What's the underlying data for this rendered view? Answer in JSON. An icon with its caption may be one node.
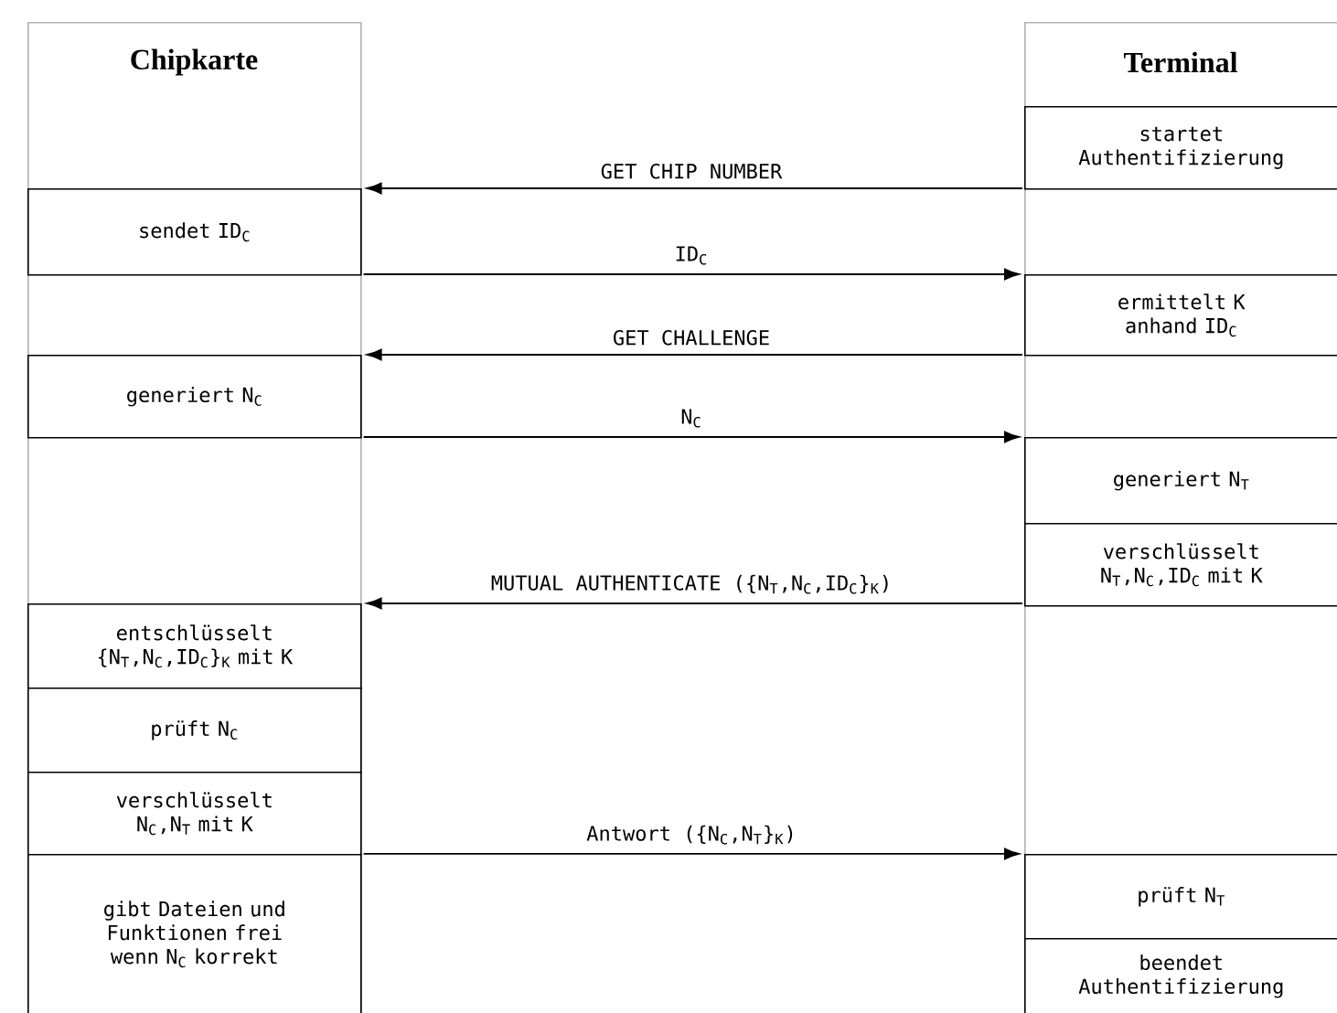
{
  "diagram": {
    "nodes": [
      {
        "text": [
          "Chipkarte"
        ]
      },
      {
        "text": [
          "sendet ID$_{C}$"
        ],
        "in": 0
      },
      {
        "text": [
          "generiert N$_{C}$"
        ],
        "in": 0
      },
      {
        "text": [
          "entschlüsselt {N$_{T}$,N$_{C}$,ID$_{C}$}$_{K}$ mit K"
        ],
        "in": 0
      },
      {
        "text": [
          "prüft N$_{C}$"
        ],
        "in": 0
      },
      {
        "text": [
          "verschlüsselt N$_{C}$,N$_{T}$ mit K"
        ],
        "in": 0
      },
      {
        "text": [
          "gibt Dateien und Funktionen frei wenn N$_{C}$ korrekt"
        ],
        "in": 0
      },
      {
        "text": [
          "Terminal"
        ]
      },
      {
        "text": [
          "startet Authentifizierung"
        ],
        "in": 7
      },
      {
        "text": [
          "ermittelt K anhand ID$_{C}$"
        ],
        "in": 7
      },
      {
        "text": [
          "generiert N$_{T}$"
        ],
        "in": 7
      },
      {
        "text": [
          "verschlüsselt N$_{T}$,N$_{C}$,ID$_{C}$ mit K"
        ],
        "in": 7
      },
      {
        "text": [
          "prüft N$_{T}$"
        ],
        "in": 7
      },
      {
        "text": [
          "beendet Authentifizierung"
        ],
        "in": 7
      }
    ],
    "edges": [
      {
        "from": 7,
        "to": 0,
        "arrow": "to",
        "label": "GET CHIP NUMBER"
      },
      {
        "from": 0,
        "to": 7,
        "arrow": "to",
        "label": "ID$_{C}$"
      },
      {
        "from": 7,
        "to": 0,
        "arrow": "to",
        "label": "GET CHALLENGE"
      },
      {
        "from": 0,
        "to": 7,
        "arrow": "to",
        "label": "N$_{C}$"
      },
      {
        "from": 7,
        "to": 0,
        "arrow": "to",
        "label": "MUTUAL AUTHENTICATE ({N$_{T}$,N$_{C}$,ID$_{C}$}$_{K}$)"
      },
      {
        "from": 0,
        "to": 7,
        "arrow": "to",
        "label": "Antwort ({N$_{C}$,N$_{T}$}$_{K}$)"
      }
    ]
  }
}
